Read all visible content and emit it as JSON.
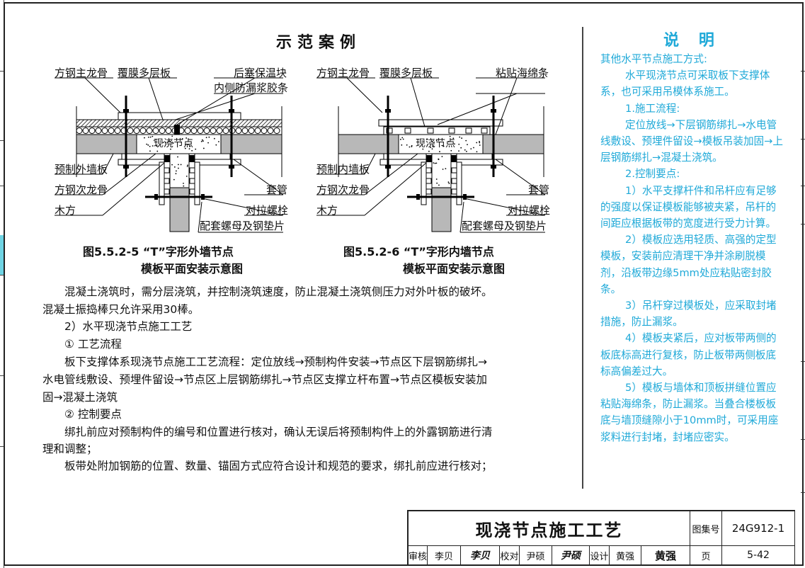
{
  "page_title": "示范案例",
  "figure_left": {
    "labels": {
      "main_keel": "方钢主龙骨",
      "film_board": "覆膜多层板",
      "insulation_block": "后塞保温块",
      "sealing_strip": "内侧防漏浆胶条",
      "node": "现浇节点",
      "precast_wall": "预制外墙板",
      "secondary_keel": "方钢次龙骨",
      "timber": "木方",
      "sleeve": "套管",
      "tie_bolt": "对拉螺栓",
      "nut_washer": "配套螺母及钢垫片"
    },
    "caption_1": "图5.5.2-5 “T”字形外墙节点",
    "caption_2": "模板平面安装示意图"
  },
  "figure_right": {
    "labels": {
      "main_keel": "方钢主龙骨",
      "film_board": "覆膜多层板",
      "sponge_strip": "粘贴海绵条",
      "node": "现浇节点",
      "precast_wall": "预制内墙板",
      "secondary_keel": "方钢次龙骨",
      "timber": "木方",
      "sleeve": "套管",
      "tie_bolt": "对拉螺栓",
      "nut_washer": "配套螺母及钢垫片"
    },
    "caption_1": "图5.5.2-6 “T”字形内墙节点",
    "caption_2": "模板平面安装示意图"
  },
  "body": [
    "　　混凝土浇筑时，需分层浇筑，并控制浇筑速度，防止混凝土浇筑侧压力对外叶板的破坏。",
    "混凝土振捣棒只允许采用30棒。",
    "　　2）水平现浇节点施工工艺",
    "　　① 工艺流程",
    "　　板下支撑体系现浇节点施工工艺流程：定位放线→预制构件安装→节点区下层钢筋绑扎→",
    "水电管线敷设、预埋件留设→节点区上层钢筋绑扎→节点区支撑立杆布置→节点区模板安装加",
    "固→混凝土浇筑",
    "　　② 控制要点",
    "　　绑扎前应对预制构件的编号和位置进行核对，确认无误后将预制构件上的外露钢筋进行清",
    "理和调整；",
    "　　板带处附加钢筋的位置、数量、锚固方式应符合设计和规范的要求，绑扎前应进行核对；"
  ],
  "notes": {
    "title": "说 明",
    "color": "#1fa9d8",
    "paragraphs": [
      {
        "indent": false,
        "text": "其他水平节点施工方式:"
      },
      {
        "indent": true,
        "text": "水平现浇节点可采取板下支撑体系，也可采用吊模体系施工。"
      },
      {
        "indent": true,
        "text": "1.施工流程:"
      },
      {
        "indent": true,
        "text": "定位放线→下层钢筋绑扎→水电管线敷设、预埋件留设→模板吊装加固→上层钢筋绑扎→混凝土浇筑。"
      },
      {
        "indent": true,
        "text": "2.控制要点:"
      },
      {
        "indent": true,
        "text": "1）水平支撑杆件和吊杆应有足够的强度以保证模板能够被夹紧，吊杆的间距应根据板带的宽度进行受力计算。"
      },
      {
        "indent": true,
        "text": "2）模板应选用轻质、高强的定型模板，安装前应清理干净并涂刷脱模剂，沿板带边缘5mm处应粘贴密封胶条。"
      },
      {
        "indent": true,
        "text": "3）吊杆穿过模板处，应采取封堵措施，防止漏浆。"
      },
      {
        "indent": true,
        "text": "4）模板夹紧后，应对板带两侧的板底标高进行复核，防止板带两侧板底标高偏差过大。"
      },
      {
        "indent": true,
        "text": "5）模板与墙体和顶板拼缝位置应粘贴海绵条，防止漏浆。当叠合楼板板底与墙顶缝隙小于10mm时，可采用座浆料进行封堵，封堵应密实。"
      }
    ]
  },
  "title_block": {
    "drawing_title": "现浇节点施工工艺",
    "atlas_label": "图集号",
    "atlas_no": "24G912-1",
    "review_label": "审核",
    "reviewer": "李贝",
    "reviewer_signature": "李贝",
    "check_label": "校对",
    "checker": "尹硕",
    "checker_signature": "尹硕",
    "design_label": "设计",
    "designer": "黄强",
    "designer_signature": "黄强",
    "page_label": "页",
    "page_no": "5-42"
  }
}
